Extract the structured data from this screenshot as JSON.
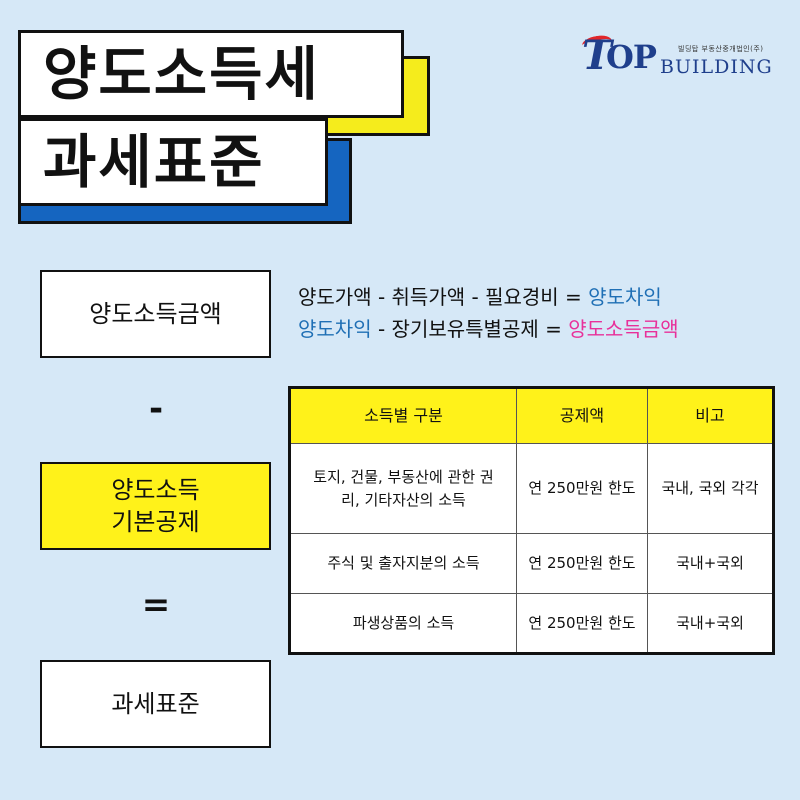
{
  "title": {
    "line1": "양도소득세",
    "line2": "과세표준"
  },
  "logo": {
    "t": "T",
    "op": "OP",
    "building": "BUILDING",
    "tagline": "빌딩탑 부동산중개법인(주)"
  },
  "left": {
    "amount_label": "양도소득금액",
    "minus": "-",
    "deduction_line1": "양도소득",
    "deduction_line2": "기본공제",
    "equals": "=",
    "result_label": "과세표준"
  },
  "formula": {
    "line1_prefix": "양도가액 - 취득가액 - 필요경비 = ",
    "line1_result": "양도차익",
    "line2_start": "양도차익",
    "line2_middle": " - 장기보유특별공제 = ",
    "line2_result": "양도소득금액"
  },
  "colors": {
    "background": "#d6e8f7",
    "yellow": "#fff21a",
    "blue": "#1565c0",
    "formula_blue": "#1f6fb5",
    "formula_pink": "#e8309a"
  },
  "table": {
    "headers": [
      "소득별 구분",
      "공제액",
      "비고"
    ],
    "rows": [
      [
        "토지, 건물, 부동산에 관한 권리, 기타자산의 소득",
        "연 250만원 한도",
        "국내, 국외 각각"
      ],
      [
        "주식 및 출자지분의 소득",
        "연 250만원 한도",
        "국내+국외"
      ],
      [
        "파생상품의 소득",
        "연 250만원 한도",
        "국내+국외"
      ]
    ]
  }
}
